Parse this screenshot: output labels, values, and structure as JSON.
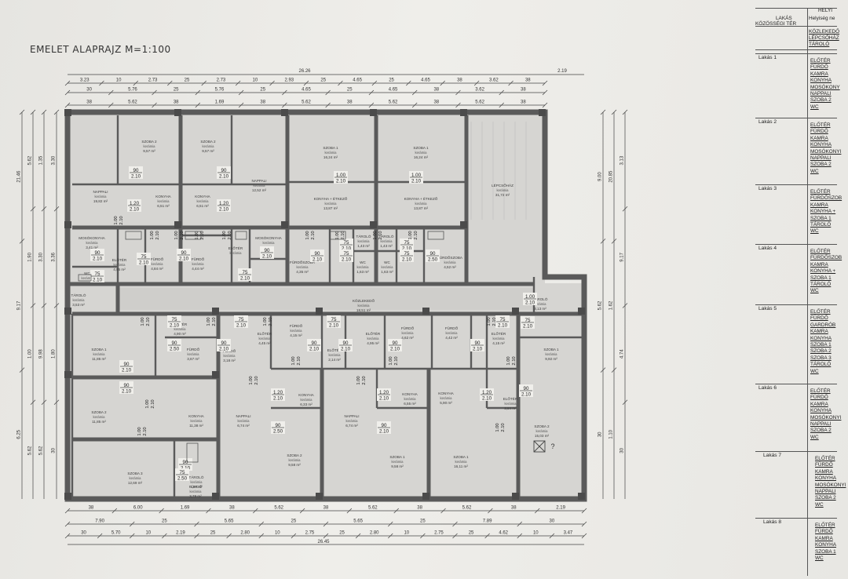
{
  "title": "EMELET ALAPRAJZ M=1:100",
  "dimensions_top": {
    "overall": "26.26",
    "overhang": "2.19",
    "row1": [
      "3.23",
      "10",
      "2.73",
      "25",
      "2.73",
      "10",
      "2.93",
      "25",
      "4.65",
      "25",
      "4.65",
      "38",
      "3.62",
      "38"
    ],
    "row2": [
      "30",
      "5.76",
      "25",
      "5.76",
      "25",
      "4.65",
      "25",
      "4.65",
      "38",
      "3.62",
      "38"
    ],
    "row3": [
      "38",
      "5.62",
      "38",
      "1.69",
      "38",
      "5.62",
      "38",
      "5.62",
      "38",
      "5.62",
      "38"
    ]
  },
  "dimensions_bottom": {
    "overall": "26.45",
    "row1": [
      "38",
      "6.00",
      "1.69",
      "38",
      "5.62",
      "38",
      "5.62",
      "38",
      "5.62",
      "38",
      "2.19"
    ],
    "row2": [
      "7.90",
      "25",
      "5.65",
      "25",
      "5.65",
      "25",
      "7.89",
      "30"
    ],
    "row3": [
      "30",
      "5.70",
      "10",
      "2.19",
      "25",
      "2.80",
      "10",
      "2.75",
      "25",
      "2.80",
      "10",
      "2.75",
      "25",
      "4.62",
      "10",
      "3.47"
    ]
  },
  "dimensions_left": [
    "21.46",
    "9.17",
    "6.25",
    "5.62",
    "1.90",
    "1.00",
    "5.62",
    "1.35",
    "3.30",
    "9.98",
    "5.62",
    "3.30",
    "3.36",
    "1.80",
    "30"
  ],
  "dimensions_right": [
    "9.00",
    "5.62",
    "30",
    "20.85",
    "1.62",
    "1.10",
    "3.13",
    "9.17",
    "4.74",
    "30"
  ],
  "rooms": [
    {
      "name": "SZOBA 2",
      "mat": "kerámia",
      "area": "9,57 m²"
    },
    {
      "name": "SZOBA 2",
      "mat": "kerámia",
      "area": "9,57 m²"
    },
    {
      "name": "NAPPALI",
      "mat": "kerámia",
      "area": "19,82 m²"
    },
    {
      "name": "KONYHA",
      "mat": "kerámia",
      "area": "6,51 m²"
    },
    {
      "name": "KONYHA",
      "mat": "kerámia",
      "area": "6,51 m²"
    },
    {
      "name": "NAPPALI",
      "mat": "kerámia",
      "area": "12,52 m²"
    },
    {
      "name": "SZOBA 1",
      "mat": "kerámia",
      "area": "16,24 m²"
    },
    {
      "name": "SZOBA 1",
      "mat": "kerámia",
      "area": "16,24 m²"
    },
    {
      "name": "KONYHA + ÉTKEZŐ",
      "mat": "kerámia",
      "area": "13,87 m²"
    },
    {
      "name": "KONYHA + ÉTKEZŐ",
      "mat": "kerámia",
      "area": "13,87 m²"
    },
    {
      "name": "LÉPCSŐHÁZ",
      "mat": "kerámia",
      "area": "31,72 m²"
    },
    {
      "name": "MOSÓKONYHA",
      "mat": "kerámia",
      "area": "3,41 m²"
    },
    {
      "name": "ELŐTÉR",
      "mat": "kerámia",
      "area": "4,95 m²"
    },
    {
      "name": "FÜRDŐ",
      "mat": "kerámia",
      "area": "4,84 m²"
    },
    {
      "name": "FÜRDŐ",
      "mat": "kerámia",
      "area": "4,44 m²"
    },
    {
      "name": "ELŐTÉR",
      "mat": "kerámia",
      "area": ""
    },
    {
      "name": "MOSÓKONYHA",
      "mat": "kerámia",
      "area": ""
    },
    {
      "name": "FÜRDŐSZOBA",
      "mat": "kerámia",
      "area": "4,35 m²"
    },
    {
      "name": "TÁROLÓ",
      "mat": "kerámia",
      "area": "1,43 m²"
    },
    {
      "name": "TÁROLÓ",
      "mat": "kerámia",
      "area": "1,43 m²"
    },
    {
      "name": "FÜRDŐSZOBA",
      "mat": "kerámia",
      "area": "4,52 m²"
    },
    {
      "name": "WC",
      "mat": "kerámia",
      "area": ""
    },
    {
      "name": "WC",
      "mat": "kerámia",
      "area": "1,63 m²"
    },
    {
      "name": "WC",
      "mat": "kerámia",
      "area": "1,63 m²"
    },
    {
      "name": "KÖZLEKEDŐ",
      "mat": "kerámia",
      "area": "18,51 m²"
    },
    {
      "name": "TÁROLÓ",
      "mat": "kerámia",
      "area": "3,13 m²"
    },
    {
      "name": "TÁROLÓ",
      "mat": "kerámia",
      "area": "3,53 m²"
    },
    {
      "name": "SZOBA 1",
      "mat": "kerámia",
      "area": "11,85 m²"
    },
    {
      "name": "SZOBA 2",
      "mat": "kerámia",
      "area": "11,85 m²"
    },
    {
      "name": "SZOBA 3",
      "mat": "kerámia",
      "area": "12,69 m²"
    },
    {
      "name": "ELŐTÉR",
      "mat": "kerámia",
      "area": "4,90 m²"
    },
    {
      "name": "FÜRDŐ",
      "mat": "kerámia",
      "area": "3,67 m²"
    },
    {
      "name": "FÜRDŐ",
      "mat": "kerámia",
      "area": "3,18 m²"
    },
    {
      "name": "ELŐTÉR",
      "mat": "kerámia",
      "area": "4,45 m²"
    },
    {
      "name": "FÜRDŐ",
      "mat": "kerámia",
      "area": "4,15 m²"
    },
    {
      "name": "ELŐTÉR",
      "mat": "kerámia",
      "area": "2,14 m²"
    },
    {
      "name": "ELŐTÉR",
      "mat": "kerámia",
      "area": "4,95 m²"
    },
    {
      "name": "FÜRDŐ",
      "mat": "kerámia",
      "area": "4,62 m²"
    },
    {
      "name": "FÜRDŐ",
      "mat": "kerámia",
      "area": "4,42 m²"
    },
    {
      "name": "ELŐTÉR",
      "mat": "kerámia",
      "area": "4,15 m²"
    },
    {
      "name": "SZOBA 1",
      "mat": "kerámia",
      "area": "9,92 m²"
    },
    {
      "name": "KONYHA",
      "mat": "kerámia",
      "area": "11,38 m²"
    },
    {
      "name": "NAPPALI",
      "mat": "kerámia",
      "area": "6,74 m²"
    },
    {
      "name": "KONYHA",
      "mat": "kerámia",
      "area": "6,33 m²"
    },
    {
      "name": "NAPPALI",
      "mat": "kerámia",
      "area": "6,74 m²"
    },
    {
      "name": "KONYHA",
      "mat": "kerámia",
      "area": "6,55 m²"
    },
    {
      "name": "KONYHA",
      "mat": "kerámia",
      "area": "5,90 m²"
    },
    {
      "name": "ELŐTÉR",
      "mat": "kerámia",
      "area": "3,84 m²"
    },
    {
      "name": "SZOBA 2",
      "mat": "kerámia",
      "area": "15,03 m²"
    },
    {
      "name": "SZOBA 2",
      "mat": "kerámia",
      "area": "9,58 m²"
    },
    {
      "name": "SZOBA 1",
      "mat": "kerámia",
      "area": "9,58 m²"
    },
    {
      "name": "SZOBA 1",
      "mat": "kerámia",
      "area": "16,11 m²"
    },
    {
      "name": "TÁROLÓ",
      "mat": "kerámia",
      "area": "2,57 m²"
    },
    {
      "name": "FÜRDŐ",
      "mat": "kerámia",
      "area": "3,78 m²"
    }
  ],
  "door_labels": {
    "width_a": "90",
    "width_b": "75",
    "width_c": "1.20",
    "width_d": "1.00",
    "height_a": "2.10",
    "height_b": "2.50",
    "mark": "?"
  },
  "legend": {
    "header_top": "HELYI",
    "header_mid": "Helyiség ne",
    "col1_a": "LAKÁS",
    "col1_b": "KÖZÖSSÉGI TÉR",
    "common_items": [
      "KÖZLEKEDŐ",
      "LÉPCSŐHÁZ",
      "TÁROLÓ"
    ],
    "apartments": [
      {
        "label": "Lakás 1",
        "items": [
          "ELŐTÉR",
          "FÜRDŐ",
          "KAMRA",
          "KONYHA",
          "MOSÓKONY",
          "NAPPALI",
          "SZOBA 2",
          "WC"
        ]
      },
      {
        "label": "Lakás 2",
        "items": [
          "ELŐTÉR",
          "FÜRDŐ",
          "KAMRA",
          "KONYHA",
          "MOSÓKONYI",
          "NAPPALI",
          "SZOBA 2",
          "WC"
        ]
      },
      {
        "label": "Lakás 3",
        "items": [
          "ELŐTÉR",
          "FÜRDŐSZOB",
          "KAMRA",
          "KONYHA +",
          "SZOBA 1",
          "TÁROLÓ",
          "WC"
        ]
      },
      {
        "label": "Lakás 4",
        "items": [
          "ELŐTÉR",
          "FÜRDŐSZOB",
          "KAMRA",
          "KONYHA +",
          "SZOBA 1",
          "TÁROLÓ",
          "WC"
        ]
      },
      {
        "label": "Lakás 5",
        "items": [
          "ELŐTÉR",
          "FÜRDŐ",
          "GARDRÓB",
          "KAMRA",
          "KONYHA",
          "SZOBA 1",
          "SZOBA 2",
          "SZOBA 3",
          "TÁROLÓ",
          "WC"
        ]
      },
      {
        "label": "Lakás 6",
        "items": [
          "ELŐTÉR",
          "FÜRDŐ",
          "KAMRA",
          "KONYHA",
          "MOSÓKONYI",
          "NAPPALI",
          "SZOBA 2",
          "WC"
        ]
      },
      {
        "label": "Lakás 7",
        "items": [
          "ELŐTÉR",
          "FÜRDŐ",
          "KAMRA",
          "KONYHA",
          "MOSÓKONYI",
          "NAPPALI",
          "SZOBA 2",
          "WC"
        ]
      },
      {
        "label": "Lakás 8",
        "items": [
          "ELŐTÉR",
          "FÜRDŐ",
          "KAMRA",
          "KONYHA",
          "SZOBA 1",
          "WC"
        ]
      }
    ]
  },
  "colors": {
    "paper": "#ecebe7",
    "wall": "#5a5a5a",
    "room_fill": "#d6d5d2",
    "corridor_fill": "#cfcecb",
    "line": "#444444"
  }
}
